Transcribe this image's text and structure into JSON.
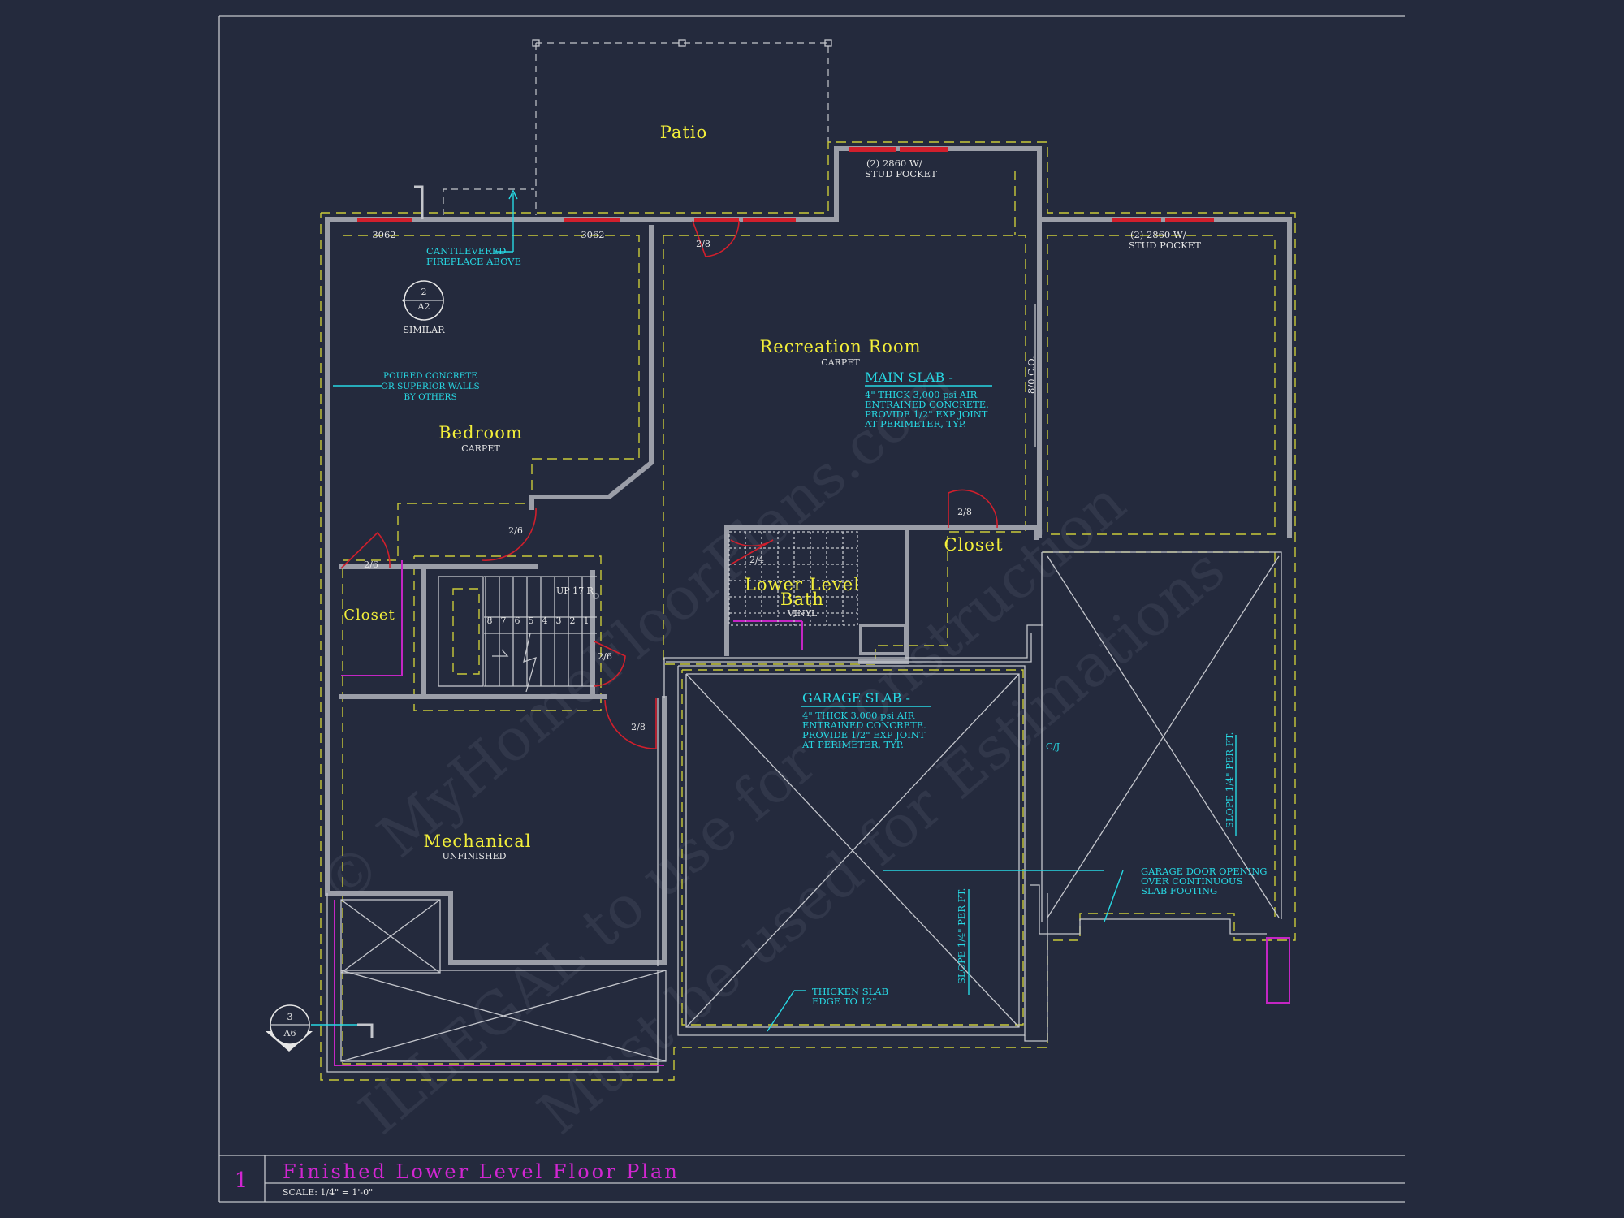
{
  "watermark": [
    "© MyHomeFloorPlans.com",
    "ILLEGAL to use for Construction",
    "Must be used for Estimations"
  ],
  "rooms": {
    "patio": {
      "name": "Patio"
    },
    "recreation": {
      "name": "Recreation Room",
      "finish": "CARPET"
    },
    "bedroom": {
      "name": "Bedroom",
      "finish": "CARPET"
    },
    "closet_left": {
      "name": "Closet"
    },
    "closet_right": {
      "name": "Closet"
    },
    "bath": {
      "name_line1": "Lower Level",
      "name_line2": "Bath",
      "finish": "VINYL"
    },
    "mechanical": {
      "name": "Mechanical",
      "finish": "UNFINISHED"
    }
  },
  "windows": {
    "w1": "3062",
    "w2": "3062",
    "top_right_line1": "(2) 2860 W/",
    "top_right_line2": "STUD POCKET",
    "garage_right_line1": "(2) 2860 W/",
    "garage_right_line2": "STUD POCKET"
  },
  "doors": [
    "2/8",
    "2/6",
    "2/6",
    "2/4",
    "2/8",
    "2/6",
    "2/8"
  ],
  "notes": {
    "fireplace_line1": "CANTILEVERED",
    "fireplace_line2": "FIREPLACE ABOVE",
    "walls_line1": "POURED CONCRETE",
    "walls_line2": "OR SUPERIOR WALLS",
    "walls_line3": "BY OTHERS",
    "main_slab_title": "MAIN SLAB -",
    "main_slab_line1": "4\" THICK 3,000 psi AIR",
    "main_slab_line2": "ENTRAINED CONCRETE.",
    "main_slab_line3": "PROVIDE 1/2\" EXP JOINT",
    "main_slab_line4": "AT PERIMETER, TYP.",
    "garage_slab_title": "GARAGE SLAB -",
    "garage_slab_line1": "4\" THICK 3,000 psi AIR",
    "garage_slab_line2": "ENTRAINED CONCRETE.",
    "garage_slab_line3": "PROVIDE 1/2\" EXP JOINT",
    "garage_slab_line4": "AT PERIMETER, TYP.",
    "garage_door_line1": "GARAGE DOOR OPENING",
    "garage_door_line2": "OVER CONTINUOUS",
    "garage_door_line3": "SLAB FOOTING",
    "thicken_line1": "THICKEN SLAB",
    "thicken_line2": "EDGE TO 12\"",
    "slope1": "SLOPE 1/4\" PER FT.",
    "slope2": "SLOPE 1/4\" PER FT.",
    "cj": "C/J",
    "opening": "8/0 C.O.",
    "similar": "SIMILAR"
  },
  "stairs": {
    "label": "UP 17 R",
    "treads": [
      "8",
      "7",
      "6",
      "5",
      "4",
      "3",
      "2",
      "1"
    ]
  },
  "section_markers": {
    "m1_number": "2",
    "m1_sheet": "A2",
    "m2_number": "3",
    "m2_sheet": "A6"
  },
  "title_block": {
    "number": "1",
    "title": "Finished Lower Level Floor Plan",
    "scale": "SCALE: 1/4\" = 1'-0\""
  }
}
